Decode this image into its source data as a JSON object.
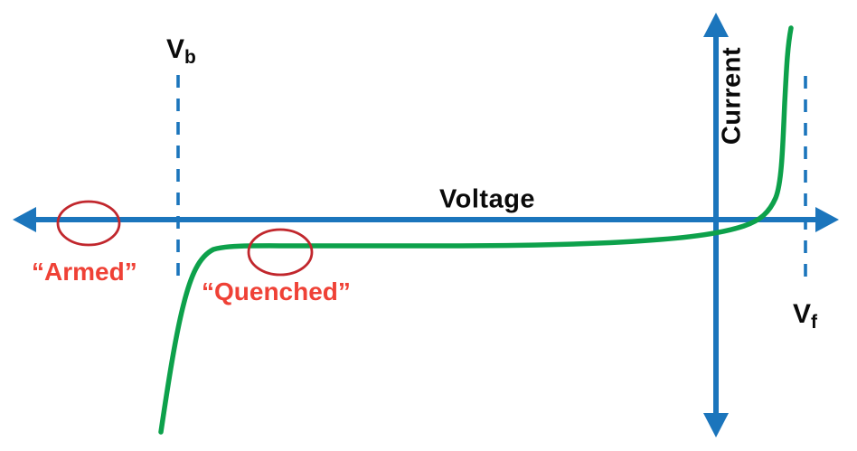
{
  "colors": {
    "axis-blue": "#1B75BC",
    "curve-green": "#0DA14B",
    "ellipse-red": "#C1272D",
    "annotation-red": "#EF4136",
    "label-black": "#0a0a0a",
    "bg": "#ffffff"
  },
  "axes": {
    "x_label": "Voltage",
    "y_label": "Current"
  },
  "annotations": {
    "breakdown_voltage": {
      "base": "V",
      "sub": "b"
    },
    "forward_voltage": {
      "base": "V",
      "sub": "f"
    },
    "armed": "“Armed”",
    "quenched": "“Quenched”"
  }
}
